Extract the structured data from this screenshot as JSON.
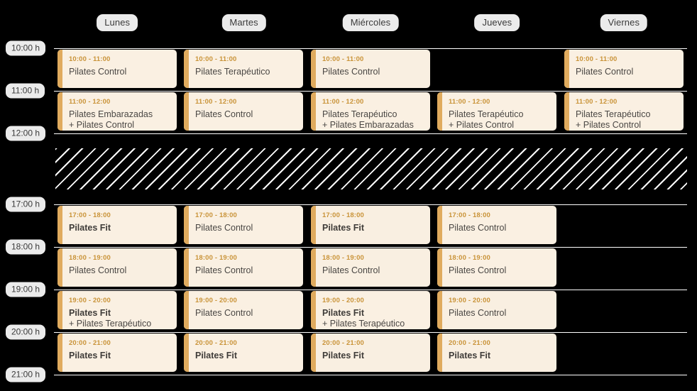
{
  "meta": {
    "unit_suffix": "h",
    "accent_color": "#e0ab5e",
    "card_background": "#faf0e2",
    "time_text_color": "#c99338",
    "page_background": "#000000",
    "pill_background": "#ebebeb"
  },
  "days": [
    {
      "label": "Lunes"
    },
    {
      "label": "Martes"
    },
    {
      "label": "Miércoles"
    },
    {
      "label": "Jueves"
    },
    {
      "label": "Viernes"
    }
  ],
  "time_labels": [
    {
      "label": "10:00 h"
    },
    {
      "label": "11:00 h"
    },
    {
      "label": "12:00 h"
    },
    {
      "label": "17:00 h"
    },
    {
      "label": "18:00 h"
    },
    {
      "label": "19:00 h"
    },
    {
      "label": "20:00 h"
    },
    {
      "label": "21:00 h"
    }
  ],
  "break_band": {
    "label": ""
  },
  "classes": [
    {
      "day": 0,
      "slot": 0,
      "time": "10:00 - 11:00",
      "title": "Pilates Control",
      "bold": false,
      "subtitle": "",
      "dim": false
    },
    {
      "day": 1,
      "slot": 0,
      "time": "10:00 - 11:00",
      "title": "Pilates Terapéutico",
      "bold": false,
      "subtitle": "",
      "dim": false
    },
    {
      "day": 2,
      "slot": 0,
      "time": "10:00 - 11:00",
      "title": "Pilates Control",
      "bold": false,
      "subtitle": "",
      "dim": true
    },
    {
      "day": 4,
      "slot": 0,
      "time": "10:00 - 11:00",
      "title": "Pilates Control",
      "bold": false,
      "subtitle": "",
      "dim": false
    },
    {
      "day": 0,
      "slot": 1,
      "time": "11:00 - 12:00",
      "title": "Pilates Embarazadas",
      "bold": false,
      "subtitle": "+ Pilates Control",
      "dim": false
    },
    {
      "day": 1,
      "slot": 1,
      "time": "11:00 - 12:00",
      "title": "Pilates Control",
      "bold": false,
      "subtitle": "",
      "dim": false
    },
    {
      "day": 2,
      "slot": 1,
      "time": "11:00 - 12:00",
      "title": "Pilates Terapéutico",
      "bold": false,
      "subtitle": "+ Pilates Embarazadas",
      "dim": false
    },
    {
      "day": 3,
      "slot": 1,
      "time": "11:00 - 12:00",
      "title": "Pilates Terapéutico",
      "bold": false,
      "subtitle": "+ Pilates Control",
      "dim": false
    },
    {
      "day": 4,
      "slot": 1,
      "time": "11:00 - 12:00",
      "title": "Pilates Terapéutico",
      "bold": false,
      "subtitle": "+ Pilates Control",
      "dim": false
    },
    {
      "day": 0,
      "slot": 2,
      "time": "17:00 - 18:00",
      "title": "Pilates Fit",
      "bold": true,
      "subtitle": "",
      "dim": false
    },
    {
      "day": 1,
      "slot": 2,
      "time": "17:00 - 18:00",
      "title": "Pilates Control",
      "bold": false,
      "subtitle": "",
      "dim": false
    },
    {
      "day": 2,
      "slot": 2,
      "time": "17:00 - 18:00",
      "title": "Pilates Fit",
      "bold": true,
      "subtitle": "",
      "dim": true
    },
    {
      "day": 3,
      "slot": 2,
      "time": "17:00 - 18:00",
      "title": "Pilates Control",
      "bold": false,
      "subtitle": "",
      "dim": false
    },
    {
      "day": 0,
      "slot": 3,
      "time": "18:00 - 19:00",
      "title": "Pilates Control",
      "bold": false,
      "subtitle": "",
      "dim": true
    },
    {
      "day": 1,
      "slot": 3,
      "time": "18:00 - 19:00",
      "title": "Pilates Control",
      "bold": false,
      "subtitle": "",
      "dim": false
    },
    {
      "day": 2,
      "slot": 3,
      "time": "18:00 - 19:00",
      "title": "Pilates Control",
      "bold": false,
      "subtitle": "",
      "dim": true
    },
    {
      "day": 3,
      "slot": 3,
      "time": "18:00 - 19:00",
      "title": "Pilates Control",
      "bold": false,
      "subtitle": "",
      "dim": false
    },
    {
      "day": 0,
      "slot": 4,
      "time": "19:00 - 20:00",
      "title": "Pilates Fit",
      "bold": true,
      "subtitle": "+ Pilates Terapéutico",
      "dim": false
    },
    {
      "day": 1,
      "slot": 4,
      "time": "19:00 - 20:00",
      "title": "Pilates Control",
      "bold": false,
      "subtitle": "",
      "dim": false
    },
    {
      "day": 2,
      "slot": 4,
      "time": "19:00 - 20:00",
      "title": "Pilates Fit",
      "bold": true,
      "subtitle": "+ Pilates Terapéutico",
      "dim": false
    },
    {
      "day": 3,
      "slot": 4,
      "time": "19:00 - 20:00",
      "title": "Pilates Control",
      "bold": false,
      "subtitle": "",
      "dim": true
    },
    {
      "day": 0,
      "slot": 5,
      "time": "20:00 - 21:00",
      "title": "Pilates Fit",
      "bold": true,
      "subtitle": "",
      "dim": false
    },
    {
      "day": 1,
      "slot": 5,
      "time": "20:00 - 21:00",
      "title": "Pilates Fit",
      "bold": true,
      "subtitle": "",
      "dim": false
    },
    {
      "day": 2,
      "slot": 5,
      "time": "20:00 - 21:00",
      "title": "Pilates Fit",
      "bold": true,
      "subtitle": "",
      "dim": true
    },
    {
      "day": 3,
      "slot": 5,
      "time": "20:00 - 21:00",
      "title": "Pilates Fit",
      "bold": true,
      "subtitle": "",
      "dim": true
    }
  ]
}
